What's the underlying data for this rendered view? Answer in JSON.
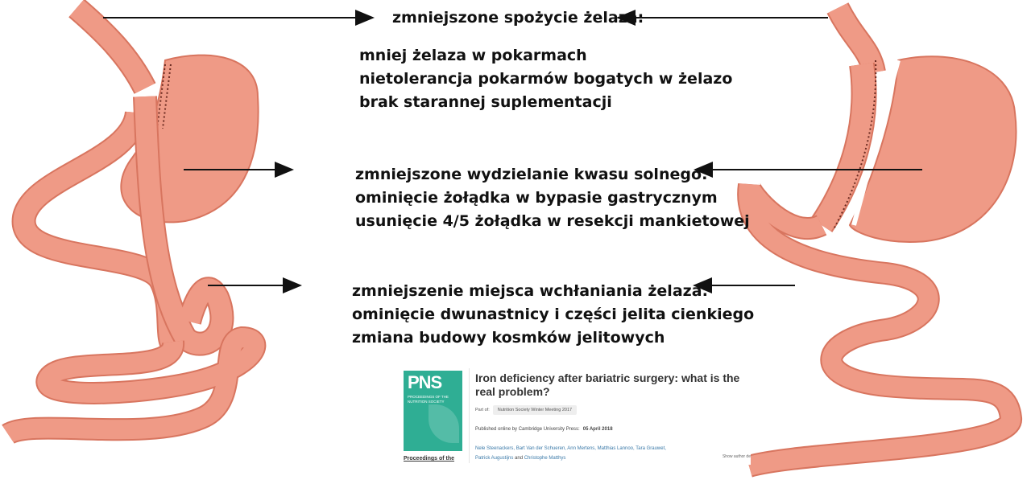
{
  "colors": {
    "tissue": "#ef9a86",
    "tissue_edge": "#d8755f",
    "staple": "#6b2a20",
    "arrow": "#111111",
    "journal_green": "#2fae94"
  },
  "labels": {
    "intake": {
      "heading": "zmniejszone spożycie żelaza:",
      "lines": [
        "mniej żelaza w pokarmach",
        "nietolerancja pokarmów bogatych w żelazo",
        "brak starannej suplementacji"
      ]
    },
    "acid": {
      "heading": "zmniejszone wydzielanie kwasu solnego:",
      "lines": [
        "ominięcie żołądka w bypasie gastrycznym",
        "usunięcie 4/5 żołądka w resekcji mankietowej"
      ]
    },
    "absorption": {
      "heading": "zmniejszenie miejsca wchłaniania żelaza:",
      "lines": [
        "ominięcie dwunastnicy i części jelita cienkiego",
        "zmiana budowy kosmków jelitowych"
      ]
    }
  },
  "citation": {
    "cover_title": "PNS",
    "cover_subtitle": "PROCEEDINGS OF THE NUTRITION SOCIETY",
    "journal_link": "Proceedings of the",
    "title": "Iron deficiency after bariatric surgery: what is the real problem?",
    "part_of_label": "Part of:",
    "part_of_value": "Nutrition Society Winter Meeting 2017",
    "published_label": "Published online by Cambridge University Press:",
    "published_date": "05 April 2018",
    "authors_line1": "Nele Steenackers, Bart Van der Schueren, Ann Mertens, Matthias Lannoo, Tara Grauwet,",
    "authors_line2a": "Patrick Augustijns",
    "and": "and",
    "authors_line2b": "Christophe Matthys",
    "show_author": "Show author de"
  }
}
